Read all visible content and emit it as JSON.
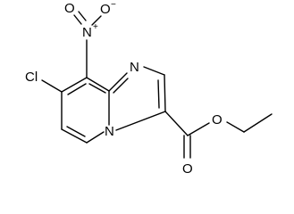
{
  "molecule": {
    "atoms": {
      "n_nitro": "N",
      "n_nitro_charge": "+",
      "o_nitro_left": "O",
      "o_nitro_right": "O",
      "o_nitro_right_charge": "−",
      "cl": "Cl",
      "n_imidazole": "N",
      "n_bridgehead": "N",
      "o_carbonyl": "O",
      "o_ester": "O"
    }
  }
}
